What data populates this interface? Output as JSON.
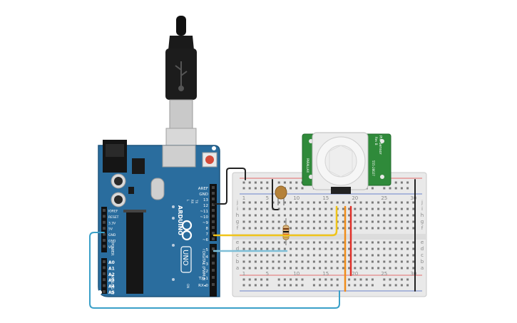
{
  "arduino": {
    "brand": "ARDUINO",
    "model": "UNO",
    "power_header_title": "POWER",
    "analog_header_title": "ANALOG IN",
    "digital_header_title": "DIGITAL (PWM~)",
    "power_pins": [
      "IOREF",
      "RESET",
      "3.3V",
      "5V",
      "GND",
      "GND",
      "Vin"
    ],
    "analog_pins": [
      "A0",
      "A1",
      "A2",
      "A3",
      "A4",
      "A5"
    ],
    "digital_pins": [
      "AREF",
      "GND",
      "13",
      "12",
      "~11",
      "~10",
      "~9",
      "8",
      "7",
      "~6",
      "~5",
      "4",
      "~3",
      "2",
      "TX▸1",
      "RX◂0"
    ],
    "led_labels": [
      "TX",
      "RX",
      "L"
    ],
    "on_label": "ON",
    "board_color": "#2a6d9e"
  },
  "pir": {
    "title": "PIR Sensor",
    "rev": "Rev B",
    "brand": "PARALLAX",
    "part": "555-28027",
    "board_color": "#2f8a3a"
  },
  "breadboard": {
    "row_letters_top": [
      "j",
      "i",
      "h",
      "g",
      "f"
    ],
    "row_letters_bottom": [
      "e",
      "d",
      "c",
      "b",
      "a"
    ],
    "column_numbers": [
      "1",
      "5",
      "10",
      "15",
      "20",
      "25",
      "30"
    ]
  },
  "wire_colors": {
    "black": "#222222",
    "yellow": "#f0c419",
    "light_blue": "#7fbfd8",
    "blue": "#3aa0c8",
    "red": "#e0312a",
    "orange": "#f08c1a"
  }
}
